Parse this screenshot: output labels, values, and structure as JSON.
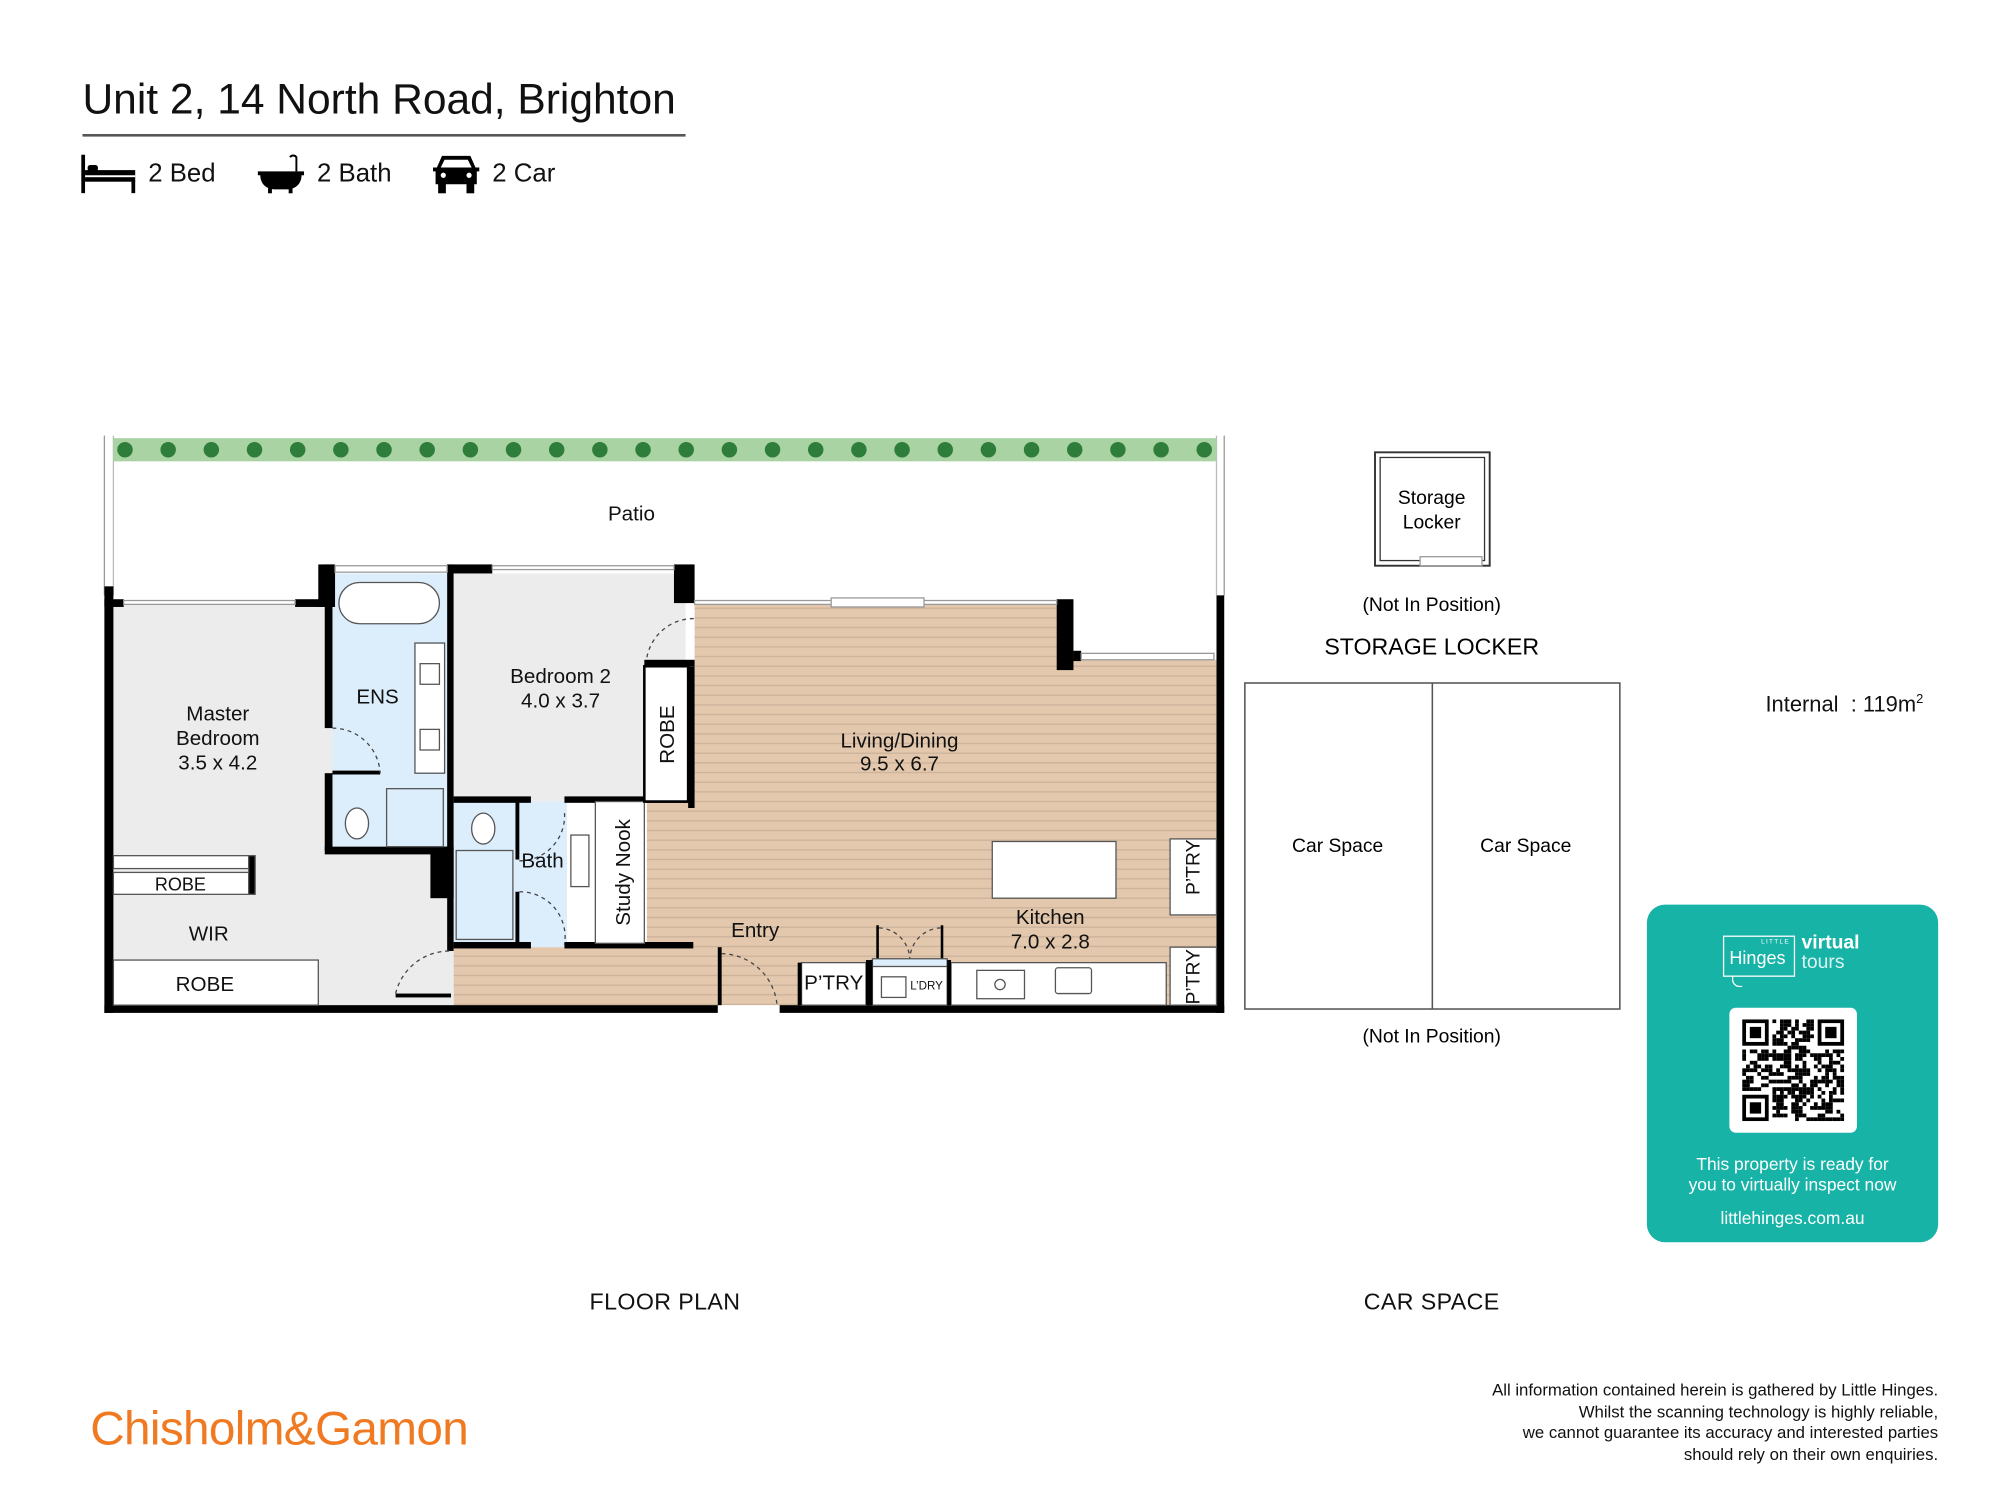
{
  "header": {
    "title": "Unit 2, 14 North Road, Brighton",
    "features": [
      {
        "icon": "bed-icon",
        "label": "2 Bed"
      },
      {
        "icon": "bath-icon",
        "label": "2 Bath"
      },
      {
        "icon": "car-icon",
        "label": "2 Car"
      }
    ]
  },
  "floor_plan": {
    "caption": "FLOOR PLAN",
    "rooms": {
      "patio": "Patio",
      "master_name": "Master",
      "master_name2": "Bedroom",
      "master_dims": "3.5 x 4.2",
      "ens": "ENS",
      "bed2_name": "Bedroom 2",
      "bed2_dims": "4.0 x 3.7",
      "robe_bed2": "ROBE",
      "living_name": "Living/Dining",
      "living_dims": "9.5 x 6.7",
      "bath": "Bath",
      "study": "Study Nook",
      "robe_upper": "ROBE",
      "wir": "WIR",
      "robe_lower": "ROBE",
      "entry": "Entry",
      "kitchen_name": "Kitchen",
      "kitchen_dims": "7.0 x 2.8",
      "pantry_right_upper": "P’TRY",
      "pantry_right_lower": "P’TRY",
      "pantry_bottom": "P’TRY",
      "laundry": "L’DRY"
    }
  },
  "storage": {
    "box_line1": "Storage",
    "box_line2": "Locker",
    "note": "(Not In Position)",
    "heading": "STORAGE LOCKER"
  },
  "car_space": {
    "space1": "Car Space",
    "space2": "Car Space",
    "note": "(Not In Position)",
    "caption": "CAR SPACE"
  },
  "area": {
    "label": "Internal",
    "separator": ": ",
    "value": "119m",
    "unit_sup": "2"
  },
  "virtual_tour_card": {
    "brand_small": "LITTLE",
    "brand": "Hinges",
    "tag1": "virtual",
    "tag2": "tours",
    "line1": "This property is ready for",
    "line2": "you to virtually inspect now",
    "url": "littlehinges.com.au",
    "color": "#16b3a6"
  },
  "footer": {
    "agency_logo": "Chisholm&Gamon",
    "agency_color": "#f07a22",
    "disclaimer": [
      "All information contained herein is gathered by Little Hinges.",
      "Whilst the scanning technology is highly reliable,",
      "we cannot guarantee its accuracy and interested parties",
      "should rely on their own enquiries."
    ]
  }
}
